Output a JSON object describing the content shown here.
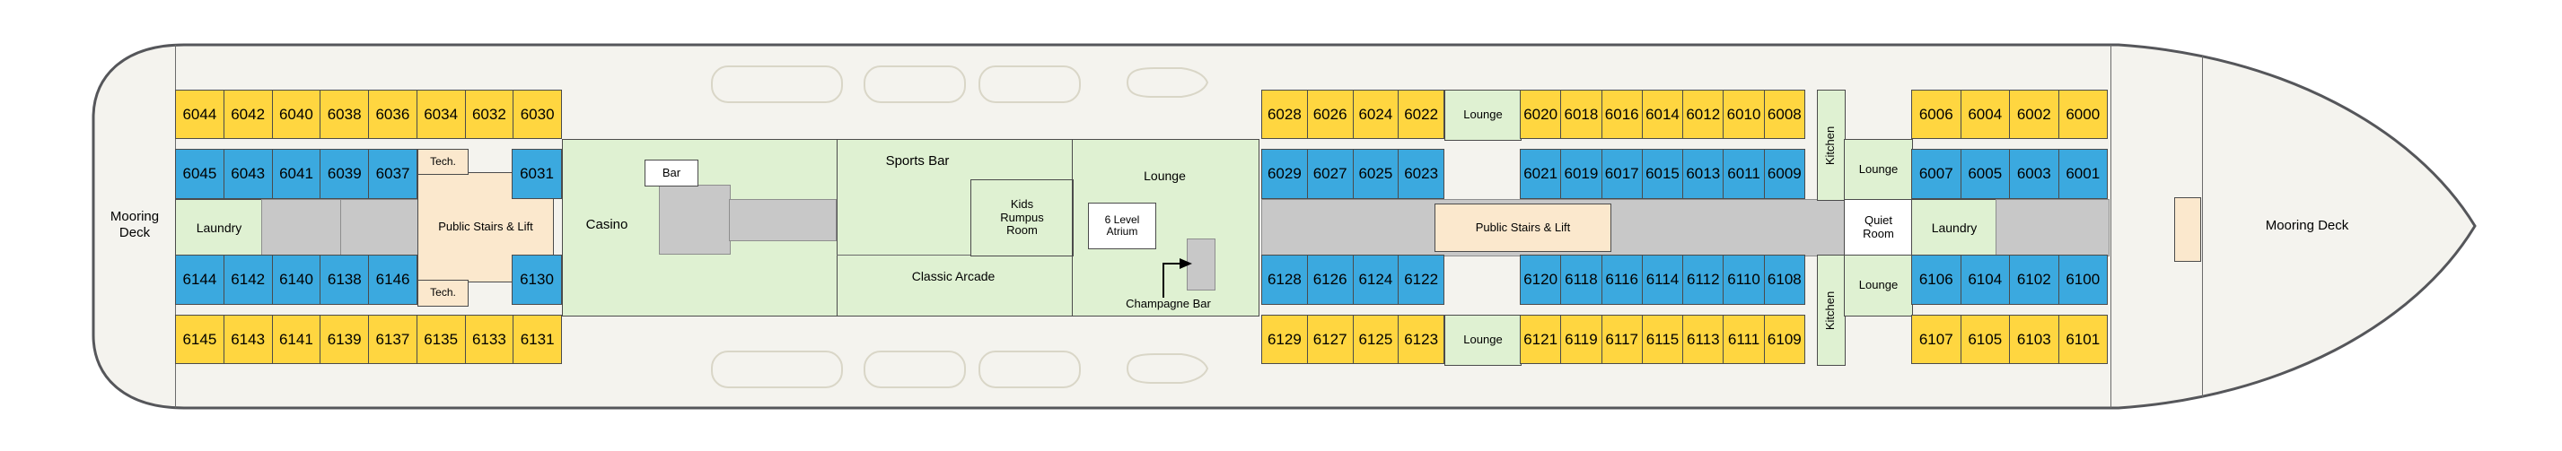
{
  "deck_plan": {
    "mooring_deck_left": "Mooring Deck",
    "mooring_deck_right": "Mooring Deck",
    "areas": {
      "laundry_left": "Laundry",
      "tech_top": "Tech.",
      "tech_bottom": "Tech.",
      "public_stairs_left": "Public Stairs & Lift",
      "bar": "Bar",
      "casino": "Casino",
      "sports_bar": "Sports Bar",
      "kids_rumpus_room": "Kids Rumpus Room",
      "classic_arcade": "Classic Arcade",
      "lounge_center": "Lounge",
      "atrium": "6 Level Atrium",
      "champagne_bar": "Champagne Bar",
      "lounge_mid_top": "Lounge",
      "lounge_mid_bottom": "Lounge",
      "public_stairs_right": "Public Stairs & Lift",
      "kitchen_top": "Kitchen",
      "kitchen_bottom": "Kitchen",
      "lounge_right_top": "Lounge",
      "quiet_room": "Quiet Room",
      "lounge_right_bottom": "Lounge",
      "laundry_right": "Laundry"
    },
    "cabins": {
      "sec1_row1": [
        "6044",
        "6042",
        "6040",
        "6038",
        "6036",
        "6034",
        "6032",
        "6030"
      ],
      "sec1_row2": [
        "6045",
        "6043",
        "6041",
        "6039",
        "6037"
      ],
      "sec1_row2b": [
        "6031"
      ],
      "sec1_row3": [
        "6144",
        "6142",
        "6140",
        "6138",
        "6146"
      ],
      "sec1_row3b": [
        "6130"
      ],
      "sec1_row4": [
        "6145",
        "6143",
        "6141",
        "6139",
        "6137",
        "6135",
        "6133",
        "6131"
      ],
      "sec2_row1": [
        "6028",
        "6026",
        "6024",
        "6022"
      ],
      "sec2_row2": [
        "6029",
        "6027",
        "6025",
        "6023"
      ],
      "sec2_row3": [
        "6128",
        "6126",
        "6124",
        "6122"
      ],
      "sec2_row4": [
        "6129",
        "6127",
        "6125",
        "6123"
      ],
      "sec3_row1": [
        "6020",
        "6018",
        "6016",
        "6014",
        "6012",
        "6010",
        "6008"
      ],
      "sec3_row2": [
        "6021",
        "6019",
        "6017",
        "6015",
        "6013",
        "6011",
        "6009"
      ],
      "sec3_row3": [
        "6120",
        "6118",
        "6116",
        "6114",
        "6112",
        "6110",
        "6108"
      ],
      "sec3_row4": [
        "6121",
        "6119",
        "6117",
        "6115",
        "6113",
        "6111",
        "6109"
      ],
      "sec4_row1": [
        "6006",
        "6004",
        "6002",
        "6000"
      ],
      "sec4_row2": [
        "6007",
        "6005",
        "6003",
        "6001"
      ],
      "sec4_row3": [
        "6106",
        "6104",
        "6102",
        "6100"
      ],
      "sec4_row4": [
        "6107",
        "6105",
        "6103",
        "6101"
      ]
    }
  },
  "colors": {
    "cabin_yellow": "#FFD640",
    "cabin_blue": "#3BA9DF",
    "public_room_green": "#DFF1D2",
    "stairs_peach": "#FBE8CD",
    "structure_gray": "#C8C8C8",
    "hull_fill": "#F4F3EE",
    "outline": "#55565A"
  }
}
